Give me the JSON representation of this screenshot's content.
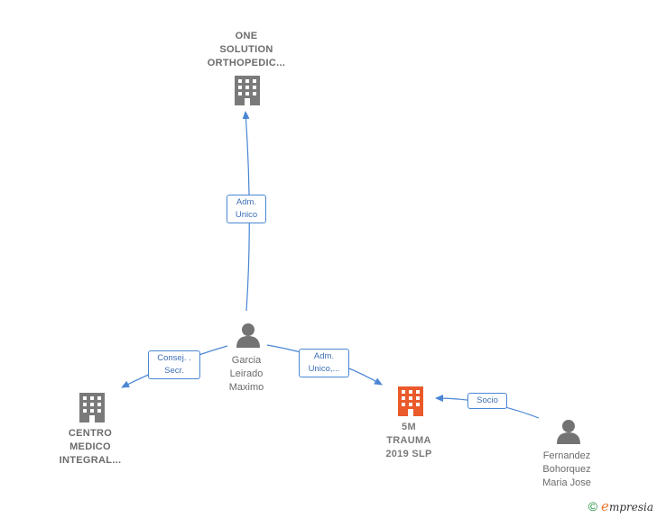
{
  "colors": {
    "edge": "#4a86d4",
    "company_icon": "#7a7a7a",
    "main_icon": "#ea5a2a",
    "person_icon": "#737373"
  },
  "nodes": {
    "one_solution": "ONE\nSOLUTION\nORTHOPEDIC...",
    "garcia": "Garcia\nLeirado\nMaximo",
    "centro_medico": "CENTRO\nMEDICO\nINTEGRAL...",
    "trauma": "5M\nTRAUMA\n2019  SLP",
    "fernandez": "Fernandez\nBohorquez\nMaria Jose"
  },
  "edges": {
    "adm_unico_top": "Adm.\nUnico",
    "consej_secr": "Consej. .\nSecr.",
    "adm_unico_right": "Adm.\nUnico,...",
    "socio": "Socio"
  },
  "brand": {
    "copyright": "©",
    "logo_initial": "e",
    "logo_rest": "mpresia"
  }
}
